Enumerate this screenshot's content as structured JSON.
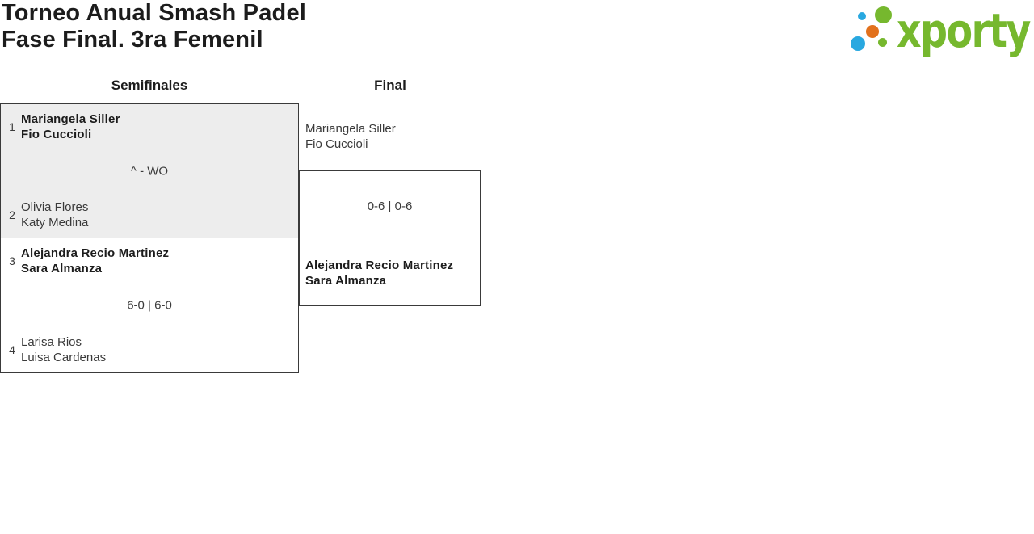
{
  "page": {
    "title_line1": "Torneo Anual Smash Padel",
    "title_line2": "Fase Final. 3ra Femenil"
  },
  "logo": {
    "text": "xporty",
    "colors": {
      "green": "#76b82e",
      "blue": "#29a8e0",
      "orange": "#e2711d"
    }
  },
  "bracket": {
    "round_headers": [
      "Semifinales",
      "Final"
    ],
    "semifinals": [
      {
        "seed_top": "1",
        "team_top_line1": "Mariangela Siller",
        "team_top_line2": "Fio Cuccioli",
        "score": "^ - WO",
        "seed_bottom": "2",
        "team_bottom_line1": "Olivia Flores",
        "team_bottom_line2": "Katy Medina",
        "winner": "top"
      },
      {
        "seed_top": "3",
        "team_top_line1": "Alejandra Recio Martinez",
        "team_top_line2": "Sara Almanza",
        "score": "6-0 | 6-0",
        "seed_bottom": "4",
        "team_bottom_line1": "Larisa Rios",
        "team_bottom_line2": "Luisa Cardenas",
        "winner": "top"
      }
    ],
    "final": {
      "team_top_line1": "Mariangela Siller",
      "team_top_line2": "Fio Cuccioli",
      "score": "0-6 | 0-6",
      "team_bottom_line1": "Alejandra Recio Martinez",
      "team_bottom_line2": "Sara Almanza",
      "winner": "bottom"
    }
  }
}
